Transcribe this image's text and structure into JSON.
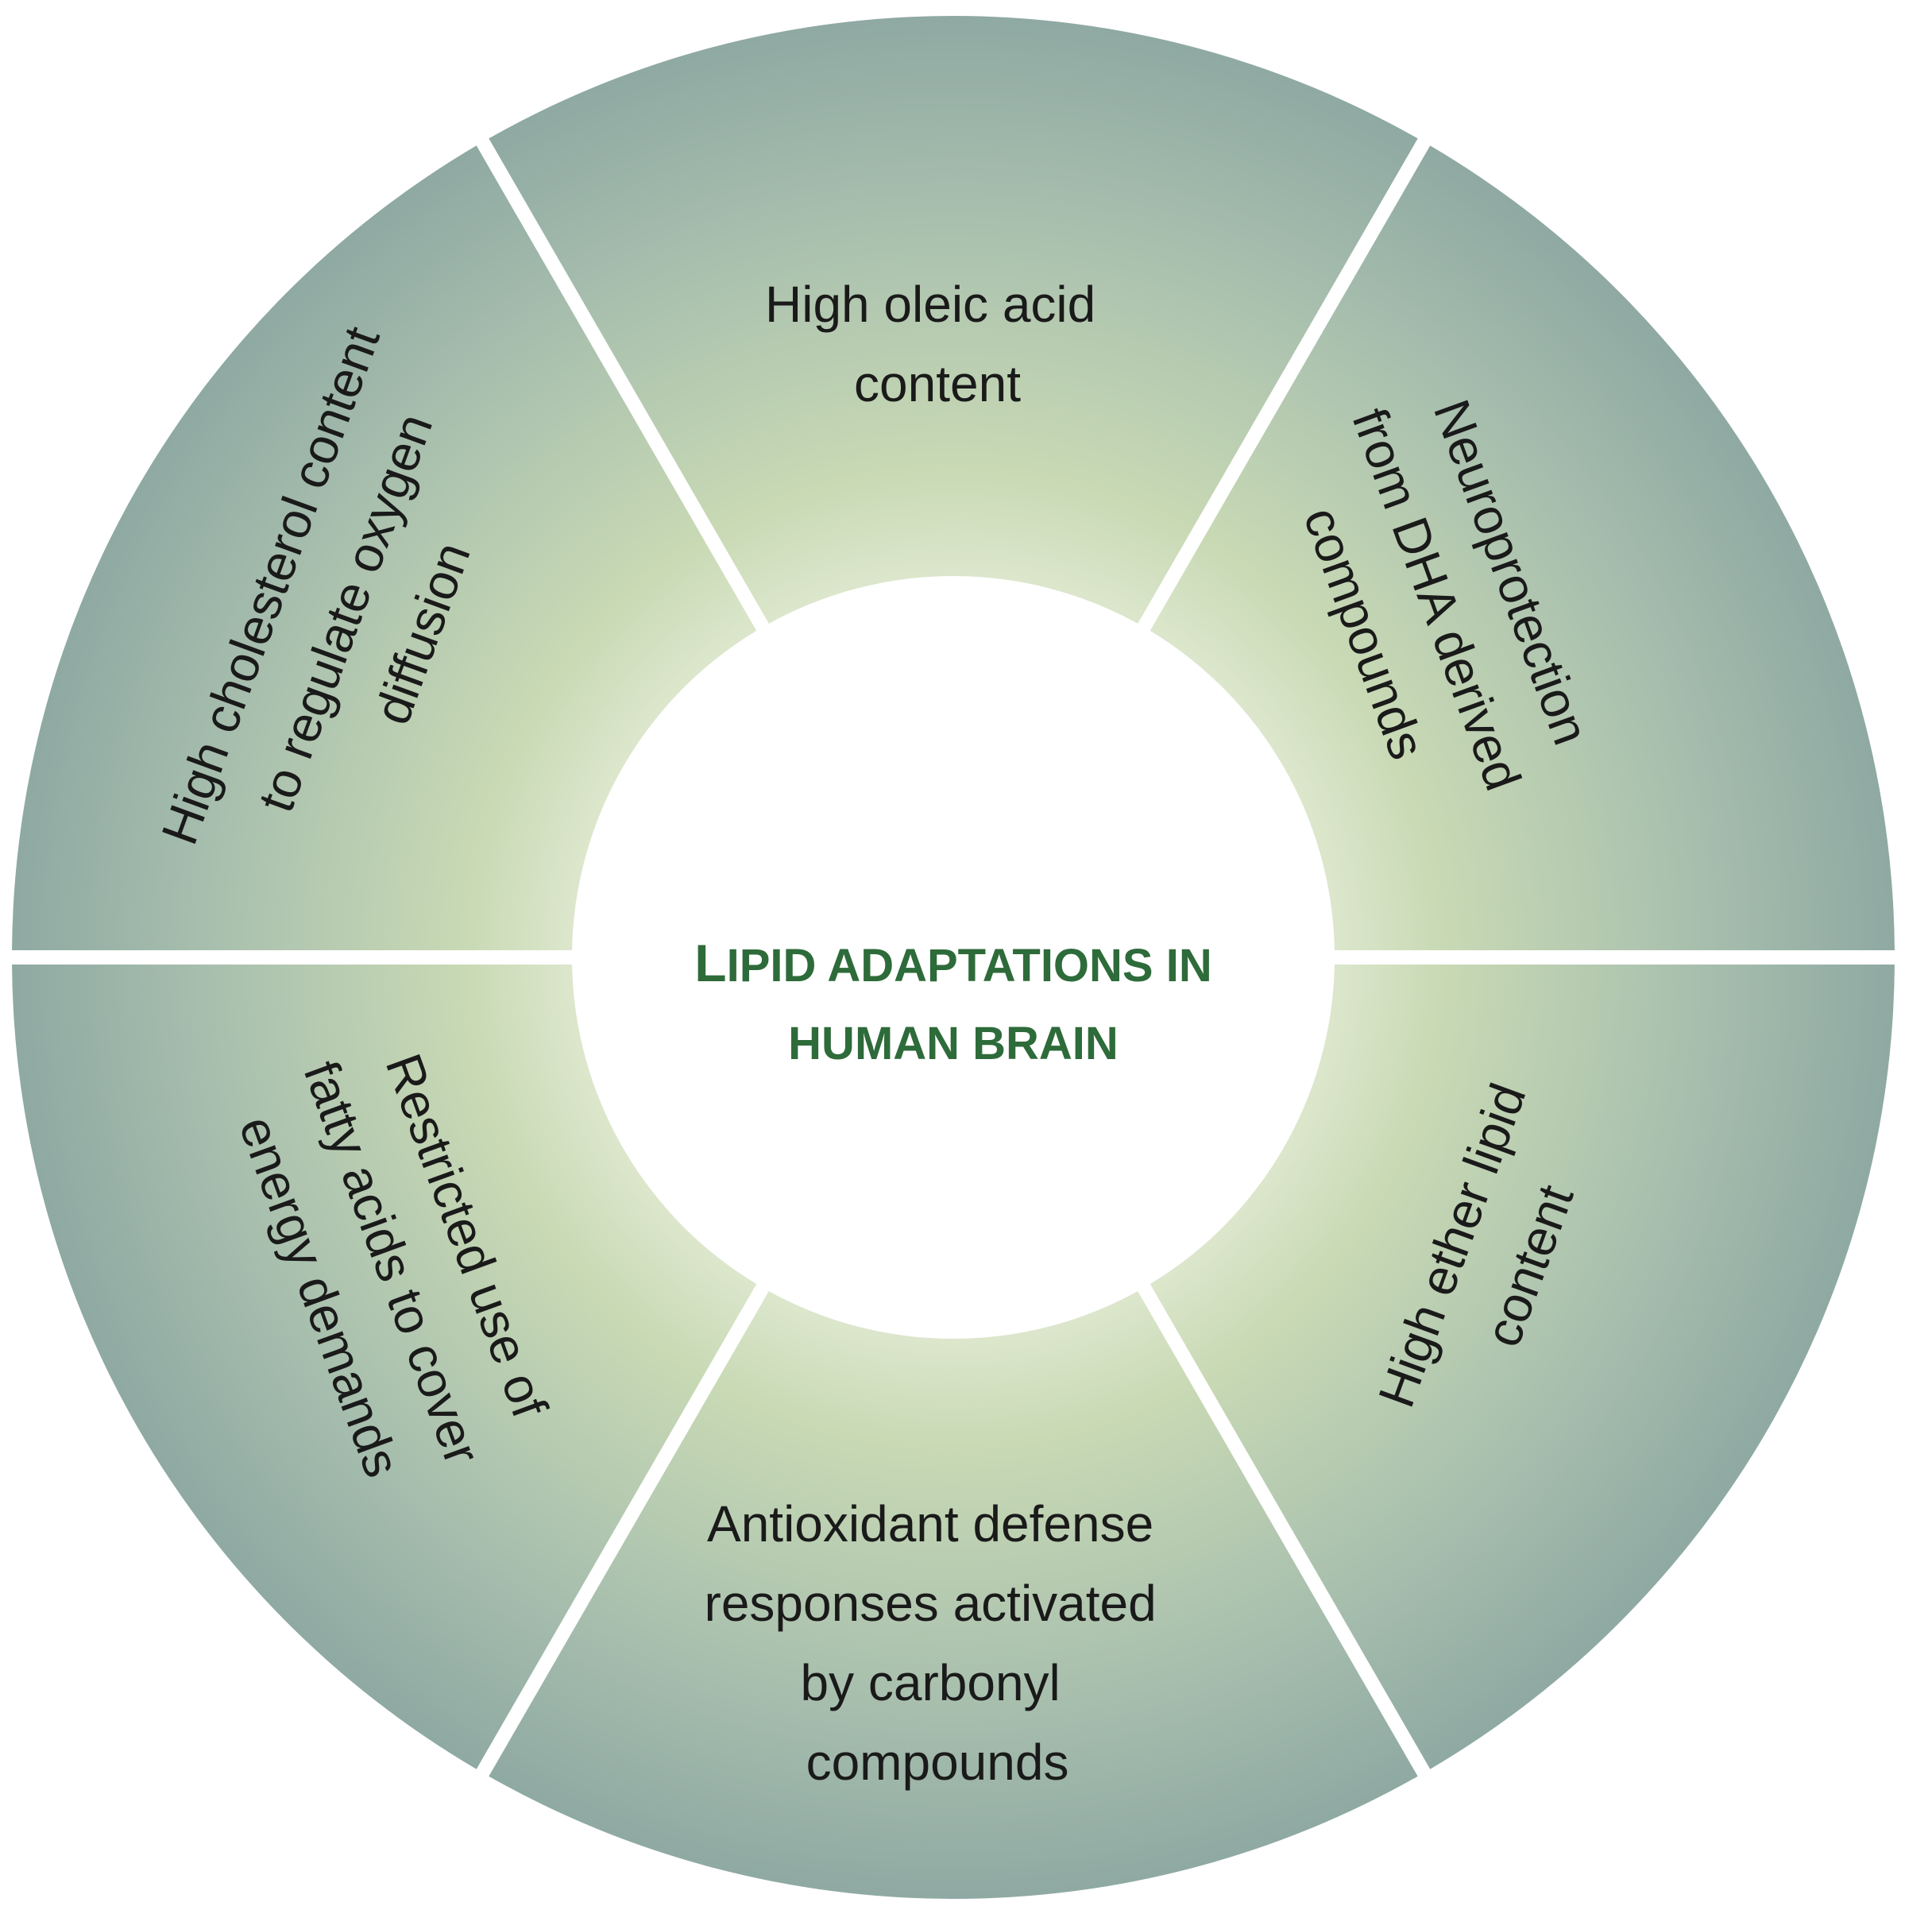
{
  "center": {
    "title_line1": "Lipid adaptations in",
    "title_line2": "human brain"
  },
  "segments": [
    {
      "id": "top",
      "lines": [
        "High oleic acid",
        "content"
      ]
    },
    {
      "id": "upper-right",
      "lines": [
        "Neuroprotection",
        "from DHA derived",
        "compounds"
      ]
    },
    {
      "id": "lower-right",
      "lines": [
        "High ether lipid",
        "content"
      ]
    },
    {
      "id": "bottom",
      "lines": [
        "Antioxidant defense",
        "responses activated",
        "by carbonyl",
        "compounds"
      ]
    },
    {
      "id": "lower-left",
      "lines": [
        "Restricted use of",
        "fatty acids to cover",
        "energy demands"
      ]
    },
    {
      "id": "upper-left",
      "lines": [
        "High cholesterol content",
        "to regulate oxygen",
        "diffusion"
      ]
    }
  ],
  "colors": {
    "center_title": "#2e6b3a",
    "segment_inner": "#f4f7ea",
    "segment_mid": "#c9d9b6",
    "segment_outer": "#8fa9a2",
    "separator": "#ffffff"
  }
}
